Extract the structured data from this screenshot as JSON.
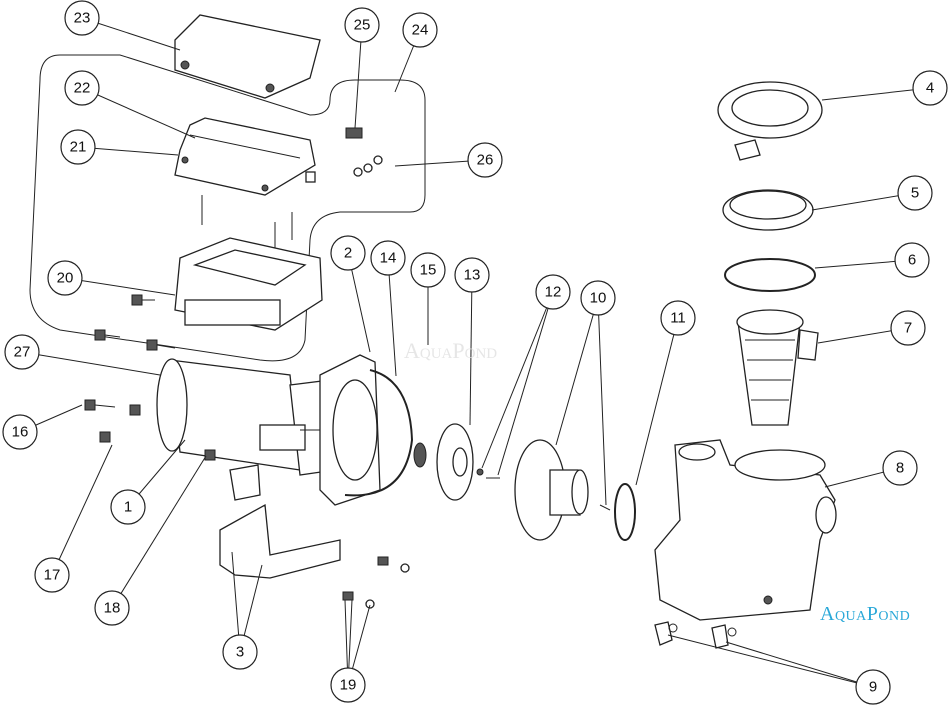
{
  "diagram": {
    "callouts": [
      "1",
      "2",
      "3",
      "4",
      "5",
      "6",
      "7",
      "8",
      "9",
      "10",
      "11",
      "12",
      "13",
      "14",
      "15",
      "16",
      "17",
      "18",
      "19",
      "20",
      "21",
      "22",
      "23",
      "24",
      "25",
      "26",
      "27"
    ],
    "logo_text": "AquaPond",
    "watermark_text": "AquaPond",
    "brand_color": "#2aa8d8"
  }
}
